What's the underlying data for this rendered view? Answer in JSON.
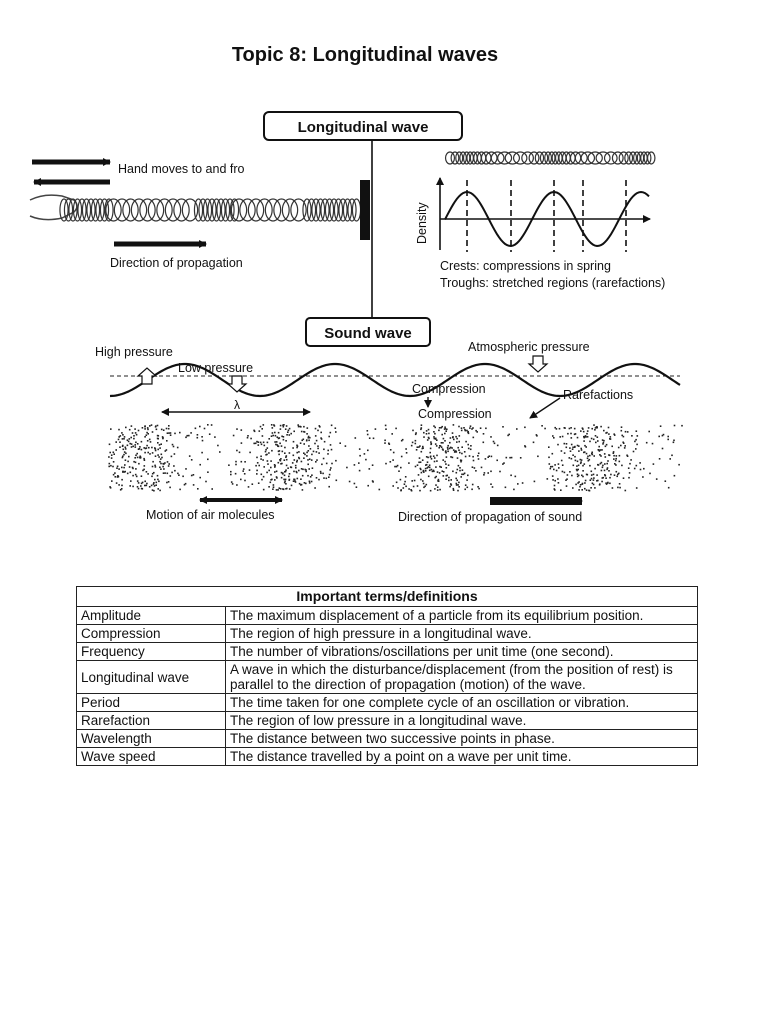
{
  "title": "Topic 8: Longitudinal waves",
  "diagram": {
    "main_box": "Longitudinal wave",
    "hand_label": "Hand moves to and fro",
    "propagation_label": "Direction of propagation",
    "density_axis_label": "Density",
    "crests_caption": "Crests: compressions in spring",
    "troughs_caption": "Troughs: stretched regions (rarefactions)",
    "sound_box": "Sound wave",
    "high_pressure": "High pressure",
    "low_pressure": "Low pressure",
    "atmospheric_pressure": "Atmospheric pressure",
    "compression_1": "Compression",
    "compression_2": "Compression",
    "rarefactions": "Rarefactions",
    "lambda": "λ",
    "air_motion": "Motion of air molecules",
    "sound_propagation": "Direction of propagation of sound"
  },
  "table": {
    "heading": "Important terms/definitions",
    "rows": [
      {
        "term": "Amplitude",
        "definition": "The maximum displacement of a particle from its equilibrium position."
      },
      {
        "term": "Compression",
        "definition": "The region of high pressure in a longitudinal wave."
      },
      {
        "term": "Frequency",
        "definition": "The number of vibrations/oscillations per unit time (one second)."
      },
      {
        "term": "Longitudinal wave",
        "definition": "A wave in which the disturbance/displacement (from the position of rest) is parallel to the direction of propagation (motion) of the wave."
      },
      {
        "term": "Period",
        "definition": "The time taken for one complete cycle of an oscillation or vibration."
      },
      {
        "term": "Rarefaction",
        "definition": "The region of low pressure in a longitudinal wave."
      },
      {
        "term": "Wavelength",
        "definition": "The distance between two successive points in phase."
      },
      {
        "term": "Wave speed",
        "definition": "The distance travelled by a point on a wave per unit time."
      }
    ]
  }
}
